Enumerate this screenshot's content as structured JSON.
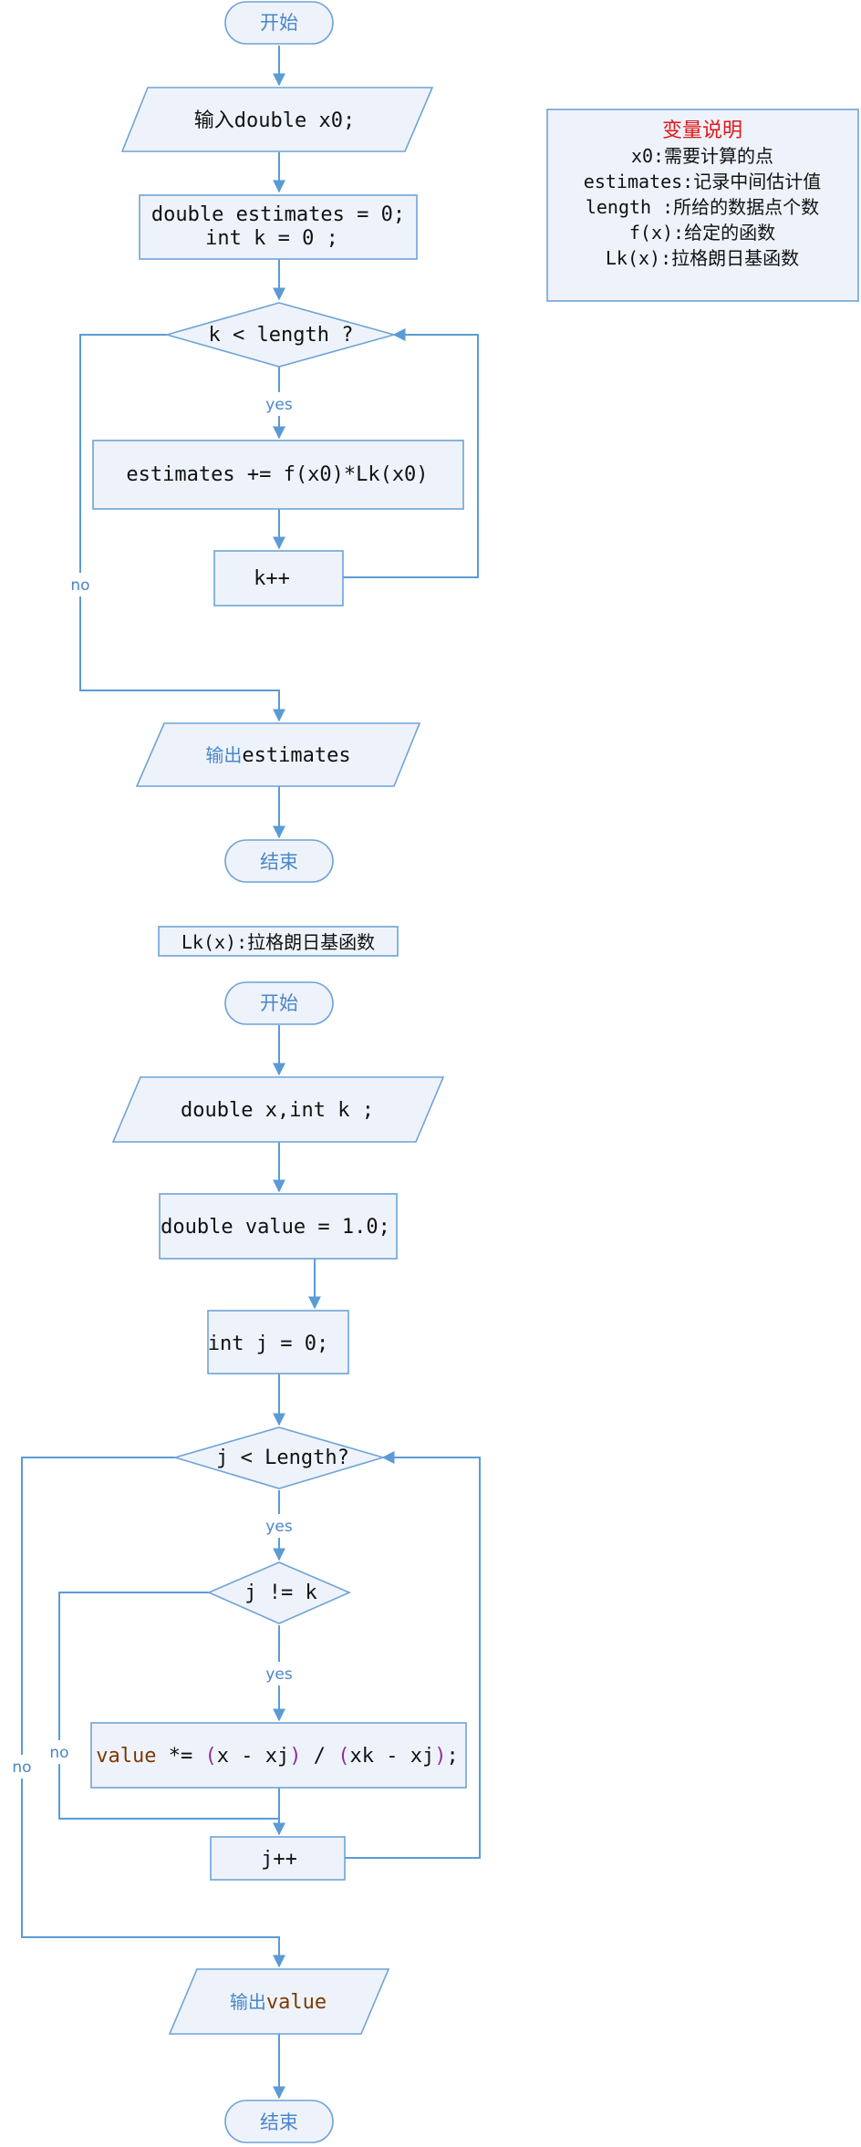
{
  "legend": {
    "title": "变量说明",
    "lines": [
      "x0:需要计算的点",
      "estimates:记录中间估计值",
      "length :所给的数据点个数",
      "f(x):给定的函数",
      "Lk(x):拉格朗日基函数"
    ]
  },
  "flow1": {
    "start": "开始",
    "input": "输入double x0;",
    "init_line1": "double estimates = 0;",
    "init_line2": "int k = 0 ;",
    "condition": "k < length ?",
    "yes": "yes",
    "no": "no",
    "body": "estimates += f(x0)*Lk(x0)",
    "increment": "k++",
    "output_prefix": "输出",
    "output_var": "estimates",
    "end": "结束"
  },
  "flow2": {
    "title": "Lk(x):拉格朗日基函数",
    "start": "开始",
    "input": "double x,int k ;",
    "init_value": "double value = 1.0;",
    "init_j": "int j = 0;",
    "condition": "j < Length?",
    "inner_condition": "j != k",
    "yes_outer": "yes",
    "yes_inner": "yes",
    "no_outer": "no",
    "no_inner": "no",
    "body_code": "value *= (x - xj) / (xk - xj);",
    "increment": "j++",
    "output_prefix": "输出",
    "output_var": "value",
    "end": "结束"
  },
  "colors": {
    "line": "#5b9bd5",
    "shape_fill": "#eef3fb",
    "shape_stroke": "#6fa3d6",
    "legend_title": "#e01818",
    "label_blue": "#4a86c8",
    "code_brown": "#7a3a00",
    "code_purple": "#8b2fa0"
  }
}
